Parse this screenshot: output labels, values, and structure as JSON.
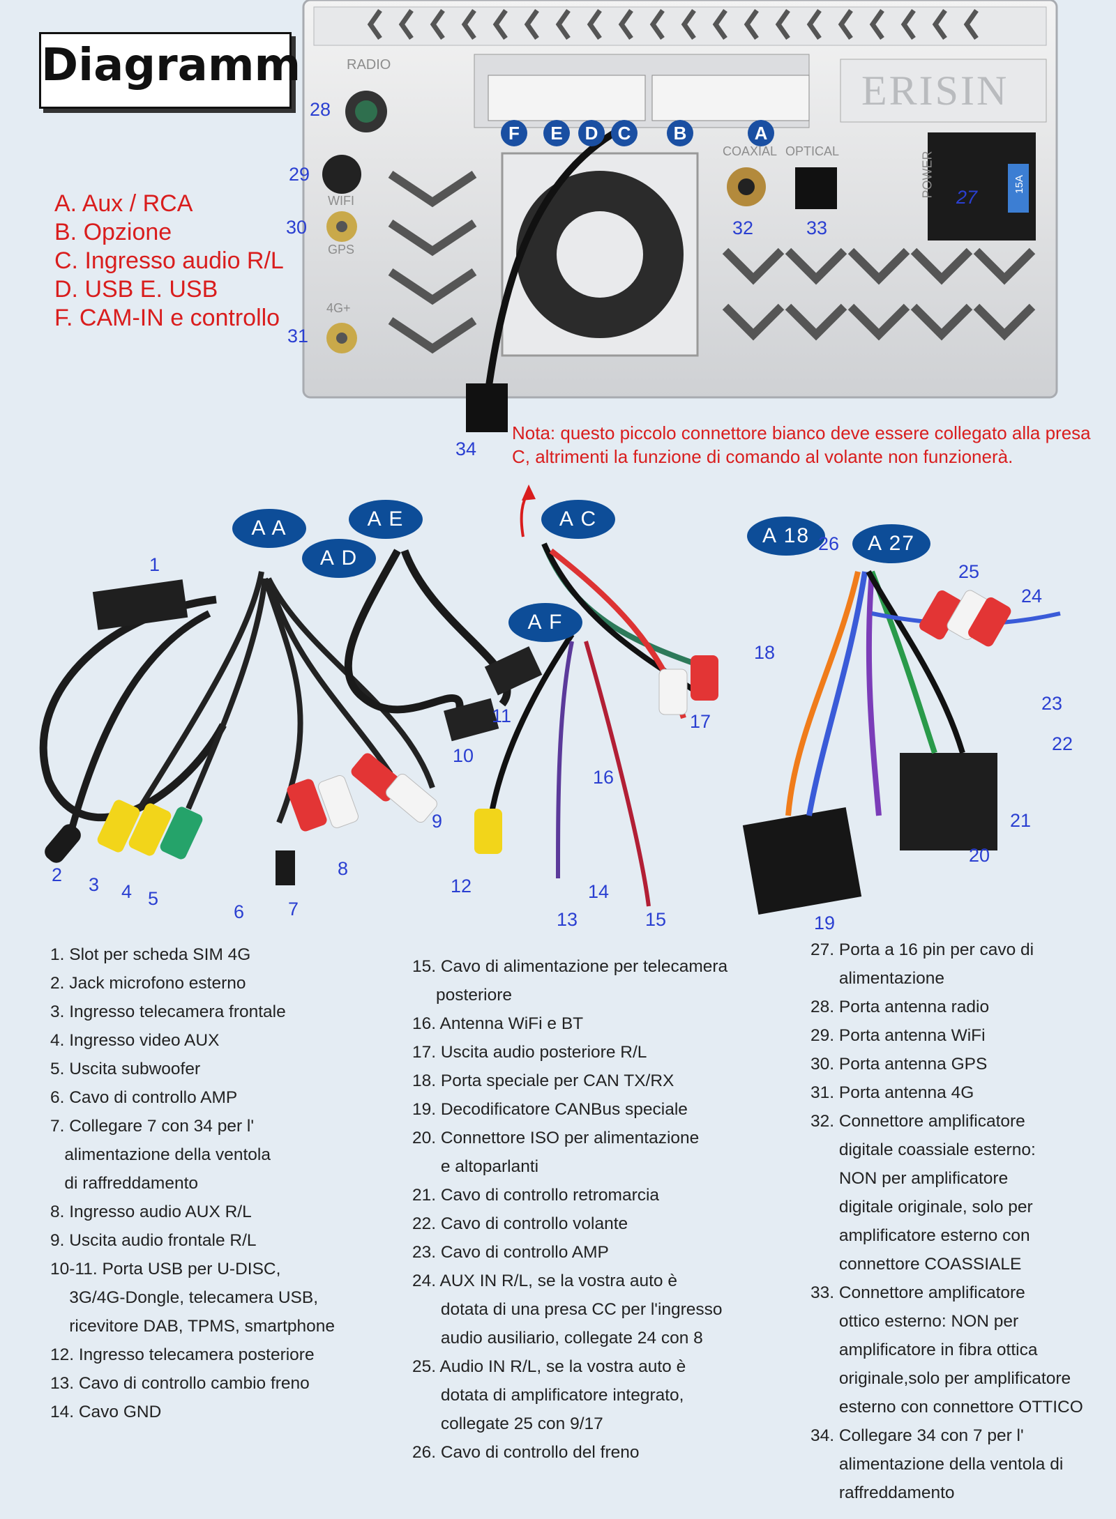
{
  "title": "Diagramma",
  "brand": "ERISIN",
  "unit_labels": {
    "radio": "RADIO",
    "wifi": "WIFI",
    "gps": "GPS",
    "4g": "4G+",
    "coaxial": "COAXIAL",
    "optical": "OPTICAL",
    "power": "POWER",
    "fuse": "15A"
  },
  "port_letters": [
    "F",
    "E",
    "D",
    "C",
    "B",
    "A"
  ],
  "legend": [
    "A. Aux / RCA",
    "B. Opzione",
    "C. Ingresso audio R/L",
    "D. USB E. USB",
    "F. CAM-IN e controllo"
  ],
  "note": "Nota: questo piccolo connettore bianco deve essere collegato alla presa C, altrimenti la funzione di comando al volante non funzionerà.",
  "ovals": [
    "A A",
    "A E",
    "A D",
    "A C",
    "A F",
    "A 18",
    "A 27"
  ],
  "numbers": {
    "n1": "1",
    "n2": "2",
    "n3": "3",
    "n4": "4",
    "n5": "5",
    "n6": "6",
    "n7": "7",
    "n8": "8",
    "n9": "9",
    "n10": "10",
    "n11": "11",
    "n12": "12",
    "n13": "13",
    "n14": "14",
    "n15": "15",
    "n16": "16",
    "n17": "17",
    "n18": "18",
    "n19": "19",
    "n20": "20",
    "n21": "21",
    "n22": "22",
    "n23": "23",
    "n24": "24",
    "n25": "25",
    "n26": "26",
    "n27": "27",
    "n28": "28",
    "n29": "29",
    "n30": "30",
    "n31": "31",
    "n32": "32",
    "n33": "33",
    "n34": "34"
  },
  "list_left": [
    "1. Slot per scheda SIM 4G",
    "2. Jack microfono esterno",
    "3. Ingresso telecamera frontale",
    "4. Ingresso video AUX",
    "5. Uscita subwoofer",
    "6. Cavo di controllo AMP",
    "7. Collegare 7 con 34 per l'",
    "   alimentazione della ventola",
    "   di raffreddamento",
    "8. Ingresso audio AUX R/L",
    "9. Uscita audio frontale R/L",
    "10-11. Porta USB per U-DISC,",
    "    3G/4G-Dongle, telecamera USB,",
    "    ricevitore DAB, TPMS, smartphone",
    "12. Ingresso telecamera posteriore",
    "13. Cavo di controllo cambio freno",
    "14. Cavo GND"
  ],
  "list_mid": [
    "15. Cavo di alimentazione per telecamera",
    "     posteriore",
    "16. Antenna WiFi e BT",
    "17. Uscita audio posteriore R/L",
    "18. Porta speciale per CAN TX/RX",
    "19. Decodificatore CANBus speciale",
    "20. Connettore ISO per alimentazione",
    "      e altoparlanti",
    "21. Cavo di controllo retromarcia",
    "22. Cavo di controllo volante",
    "23. Cavo di controllo AMP",
    "24. AUX IN R/L, se la vostra auto è",
    "      dotata di una presa CC per l'ingresso",
    "      audio ausiliario, collegate 24 con 8",
    "25. Audio IN R/L, se la vostra auto è",
    "      dotata di amplificatore integrato,",
    "      collegate 25 con 9/17",
    "26. Cavo di controllo del freno"
  ],
  "list_right": [
    "27. Porta a 16 pin per cavo di",
    "      alimentazione",
    "28. Porta antenna radio",
    "29. Porta antenna WiFi",
    "30. Porta antenna GPS",
    "31. Porta antenna 4G",
    "32. Connettore amplificatore",
    "      digitale coassiale esterno:",
    "      NON per amplificatore",
    "      digitale originale, solo per",
    "      amplificatore esterno con",
    "      connettore COASSIALE",
    "33. Connettore amplificatore",
    "      ottico esterno: NON per",
    "      amplificatore in fibra ottica",
    "      originale,solo per amplificatore",
    "      esterno con connettore OTTICO",
    "34. Collegare 34 con 7 per l'",
    "      alimentazione della ventola di",
    "      raffreddamento"
  ]
}
